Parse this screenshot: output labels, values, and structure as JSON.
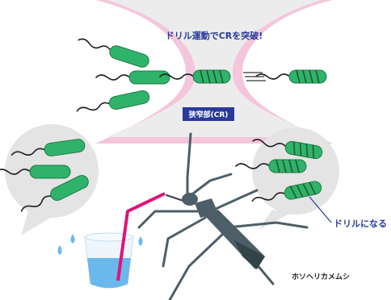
{
  "title": "ドリル運動でCRを突破!",
  "cr_label": "狭窄部(CR)",
  "drill_label": "ドリルになる",
  "insect_label": "ホソヘリカメムシ",
  "colors": {
    "bacteria": "#2fb36a",
    "bacteria_stroke": "#1f7a45",
    "gut_pink": "#f4c6dc",
    "gut_gray": "#ececec",
    "bubble": "#e4e4e4",
    "bug": "#4d5e68",
    "bug_dark": "#34424a",
    "title_text": "#2a3a9a",
    "cr_bg": "#2a3a9a",
    "drill_text": "#2a3a9a",
    "straw": "#e0127a",
    "water": "#6bb8ec"
  },
  "icons": {
    "equivalence": "three-line-arrow"
  }
}
